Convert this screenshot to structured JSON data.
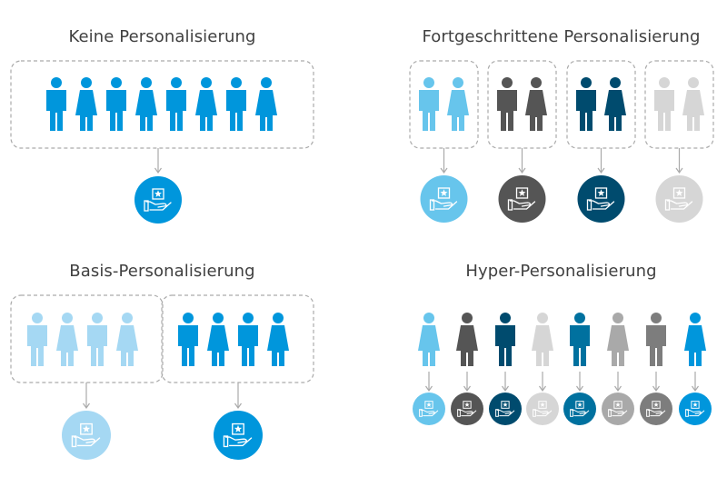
{
  "panels": {
    "keine": {
      "title": "Keine Personalisierung"
    },
    "fortgeschritten": {
      "title": "Fortgeschrittene Personalisierung"
    },
    "basis": {
      "title": "Basis-Personalisierung"
    },
    "hyper": {
      "title": "Hyper-Personalisierung"
    }
  },
  "colors": {
    "blue": "#0096dc",
    "light_blue": "#67c5ec",
    "pale_blue": "#a5d8f3",
    "dark_gray": "#555555",
    "navy": "#004b6e",
    "light_gray": "#d6d6d6",
    "teal_blue": "#00719f",
    "mid_gray": "#a9a9a9",
    "gray": "#7d7d7d",
    "dashed_border": "#aaaaaa",
    "arrow": "#aaaaaa"
  },
  "icons": {
    "person": "person-icon",
    "offer": "hand-offer-star-icon"
  }
}
